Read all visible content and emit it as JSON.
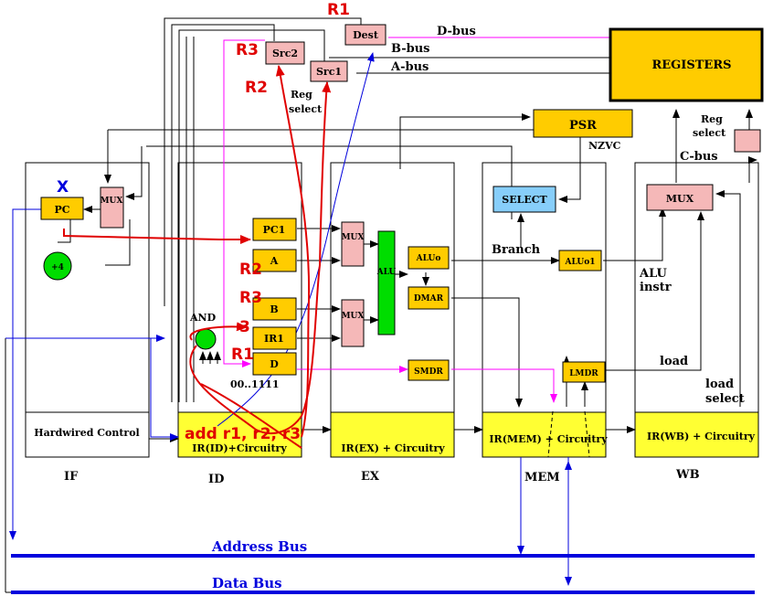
{
  "registers": {
    "title": "REGISTERS",
    "reg_select": [
      "Reg",
      "select"
    ]
  },
  "buses": {
    "d_bus": "D-bus",
    "b_bus": "B-bus",
    "a_bus": "A-bus",
    "c_bus": "C-bus",
    "address_bus": "Address Bus",
    "data_bus": "Data Bus"
  },
  "id_stage": {
    "dest": "Dest",
    "src1": "Src1",
    "src2": "Src2",
    "reg_select": [
      "Reg",
      "select"
    ],
    "pc1": "PC1",
    "a": "A",
    "b": "B",
    "ir1": "IR1",
    "d": "D",
    "and_gate": "AND",
    "constant": "00..1111",
    "ir_box": "IR(ID)+Circuitry"
  },
  "if_stage": {
    "pc": "PC",
    "mux": "MUX",
    "plus4": "+4",
    "control": "Hardwired Control"
  },
  "ex_stage": {
    "mux": "MUX",
    "alu": "ALU",
    "aluo": "ALUo",
    "dmar": "DMAR",
    "smdr": "SMDR",
    "ir_box": "IR(EX) + Circuitry"
  },
  "mem_stage": {
    "psr": "PSR",
    "nzvc": "NZVC",
    "select": "SELECT",
    "branch": "Branch",
    "aluo1": "ALUo1",
    "lmdr": "LMDR",
    "ir_box": "IR(MEM) + Circuitry"
  },
  "wb_stage": {
    "mux": "MUX",
    "alu_instr": [
      "ALU",
      "instr"
    ],
    "load": "load",
    "load_select": [
      "load",
      "select"
    ],
    "ir_box": "IR(WB) + Circuitry"
  },
  "stage_labels": {
    "if": "IF",
    "id": "ID",
    "ex": "EX",
    "mem": "MEM",
    "wb": "WB"
  },
  "annotations": {
    "r1_top": "R1",
    "r3_top": "R3",
    "r2_top": "R2",
    "x_pc": "X",
    "r2_a": "R2",
    "r3_b": "R3",
    "three": "3",
    "r1_d": "R1",
    "instruction": "add r1, r2, r3"
  },
  "colors": {
    "yellow": "#ffcc00",
    "pink": "#f5b8b8",
    "green": "#00dd00",
    "light_blue": "#87cefa",
    "annotation_red": "#e00000",
    "annotation_blue": "#0000dd",
    "magenta": "#ff00ff"
  }
}
